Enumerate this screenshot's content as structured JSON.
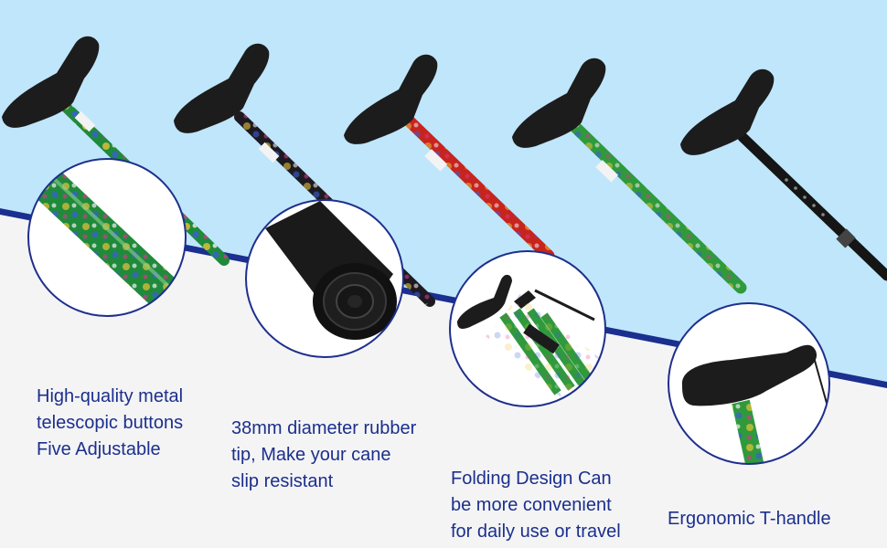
{
  "colors": {
    "sky": "#bfe6fb",
    "floor": "#f4f4f5",
    "stripe": "#1a2f8f",
    "caption_text": "#1b2f8c",
    "circle_border": "#1e2f8c",
    "handle": "#1c1c1c"
  },
  "canes": [
    {
      "name": "green-gold",
      "shaft_color": "#1f8a3b"
    },
    {
      "name": "dark-floral",
      "shaft_color": "#1d1a22"
    },
    {
      "name": "red-floral",
      "shaft_color": "#c8241e"
    },
    {
      "name": "green-floral",
      "shaft_color": "#2f9a3c"
    },
    {
      "name": "plain-black",
      "shaft_color": "#151515"
    }
  ],
  "features": [
    {
      "name": "telescopic-buttons",
      "caption": "High-quality metal\ntelescopic buttons\nFive Adjustable",
      "detail_icon": "patterned-shaft-closeup"
    },
    {
      "name": "rubber-tip",
      "caption": "38mm diameter rubber\ntip, Make your cane\nslip resistant",
      "detail_icon": "rubber-tip-closeup"
    },
    {
      "name": "folding-design",
      "caption": "Folding Design Can\nbe more convenient\nfor daily use or travel",
      "detail_icon": "folded-cane-closeup"
    },
    {
      "name": "t-handle",
      "caption": "Ergonomic T-handle",
      "detail_icon": "t-handle-closeup"
    }
  ]
}
